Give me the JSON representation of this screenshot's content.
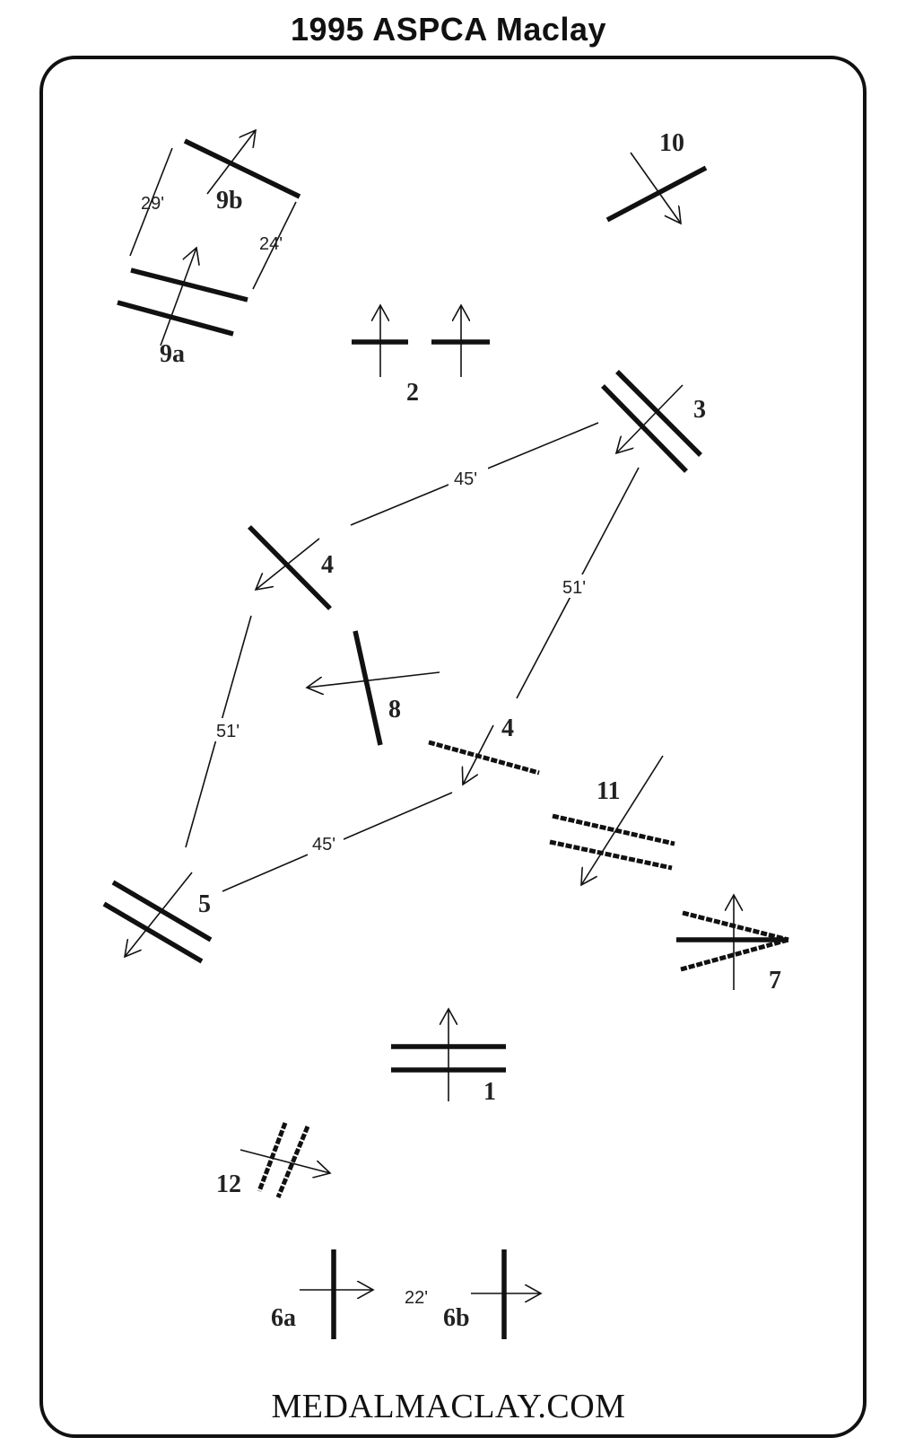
{
  "title": "1995 ASPCA Maclay",
  "footer": "MEDALMACLAY.COM",
  "fences": {
    "f1": "1",
    "f2": "2",
    "f3": "3",
    "f4a": "4",
    "f4b": "4",
    "f5": "5",
    "f6a": "6a",
    "f6b": "6b",
    "f7": "7",
    "f8": "8",
    "f9a": "9a",
    "f9b": "9b",
    "f10": "10",
    "f11": "11",
    "f12": "12"
  },
  "distances": {
    "d29": "29'",
    "d24": "24'",
    "d45_top": "45'",
    "d51_right": "51'",
    "d51_left": "51'",
    "d45_bottom": "45'",
    "d22": "22'"
  }
}
